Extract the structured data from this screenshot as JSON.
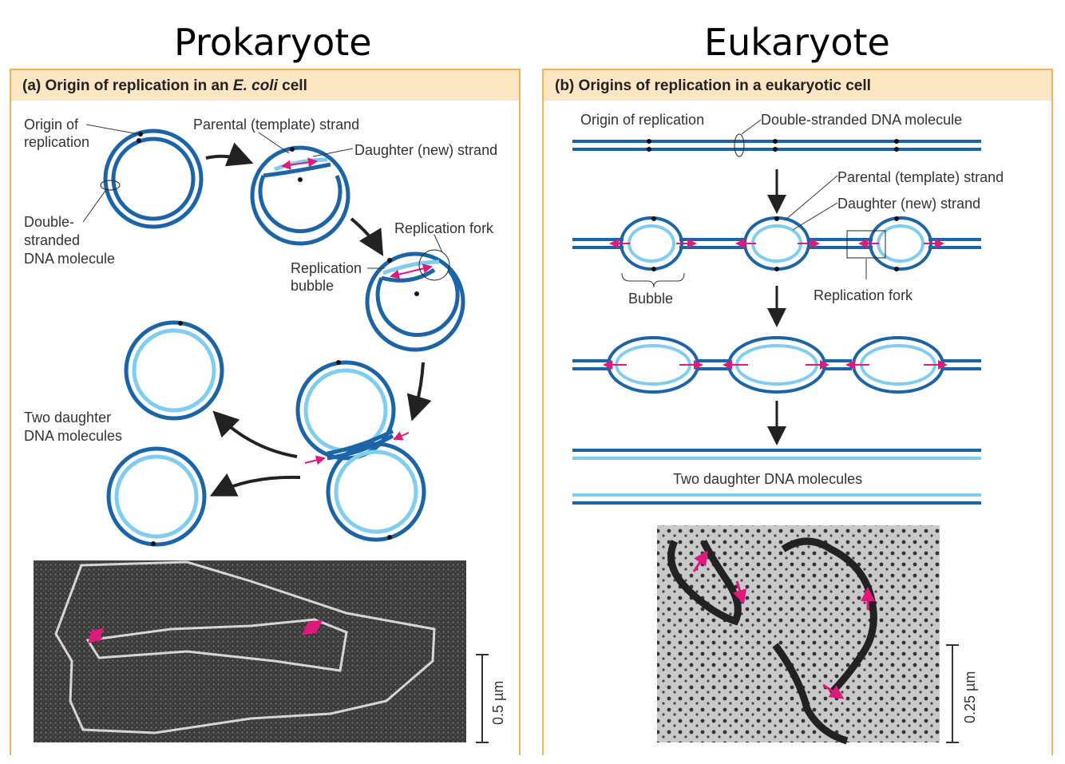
{
  "titles": {
    "left": "Prokaryote",
    "right": "Eukaryote"
  },
  "panel_a": {
    "header_prefix": "(a) Origin of replication in an ",
    "header_italic": "E. coli",
    "header_suffix": " cell",
    "labels": {
      "origin_1": "Origin of",
      "origin_2": "replication",
      "parental": "Parental (template) strand",
      "daughter": "Daughter (new) strand",
      "fork": "Replication fork",
      "bubble_1": "Replication",
      "bubble_2": "bubble",
      "ds_1": "Double-",
      "ds_2": "stranded",
      "ds_3": "DNA molecule",
      "two_1": "Two daughter",
      "two_2": "DNA molecules"
    },
    "scale": "0.5 µm"
  },
  "panel_b": {
    "header": "(b) Origins of replication in a eukaryotic cell",
    "labels": {
      "origin": "Origin of replication",
      "ds": "Double-stranded DNA molecule",
      "parental": "Parental (template) strand",
      "daughter": "Daughter (new) strand",
      "bubble": "Bubble",
      "fork": "Replication fork",
      "two": "Two daughter DNA molecules"
    },
    "scale": "0.25 µm"
  },
  "colors": {
    "parental": "#1b64a8",
    "daughter": "#7fcdef",
    "arrow": "#e0197d",
    "border": "#f0b25a",
    "header": "#fce6c4"
  }
}
